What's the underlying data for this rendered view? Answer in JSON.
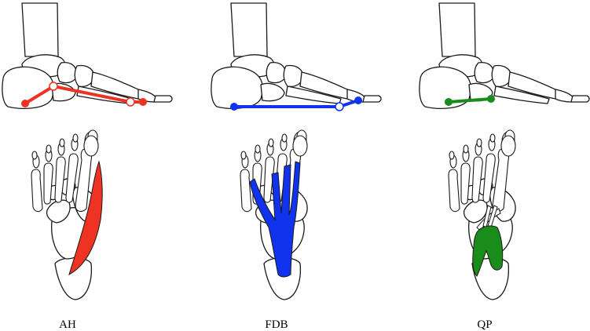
{
  "panels": [
    {
      "id": "ah",
      "label": "AH",
      "color": "#ee3322"
    },
    {
      "id": "fdb",
      "label": "FDB",
      "color": "#1133ee"
    },
    {
      "id": "qp",
      "label": "QP",
      "color": "#1a8c1a"
    }
  ]
}
